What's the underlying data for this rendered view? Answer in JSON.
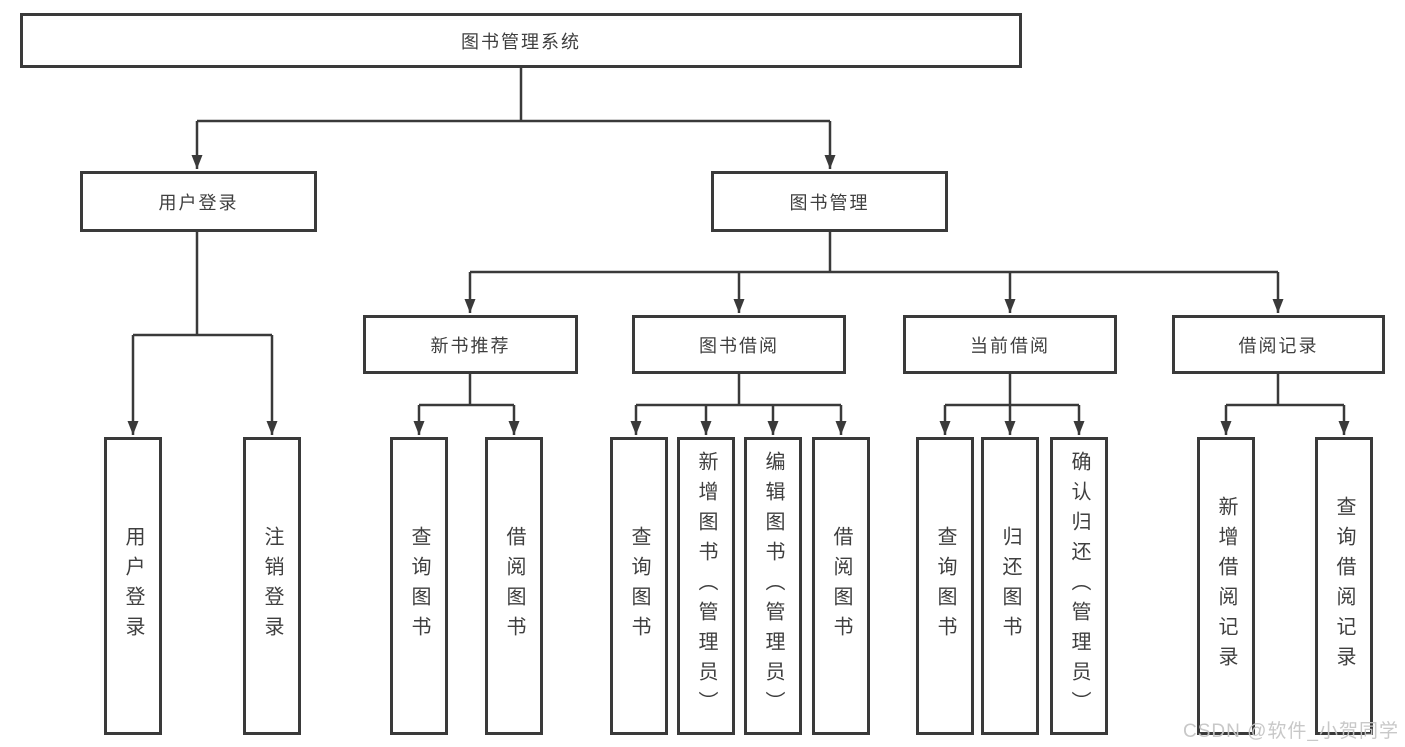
{
  "diagram": {
    "title": "图书管理系统",
    "level2": [
      {
        "label": "用户登录"
      },
      {
        "label": "图书管理"
      }
    ],
    "level3": [
      {
        "label": "新书推荐",
        "parent": "图书管理"
      },
      {
        "label": "图书借阅",
        "parent": "图书管理"
      },
      {
        "label": "当前借阅",
        "parent": "图书管理"
      },
      {
        "label": "借阅记录",
        "parent": "图书管理"
      }
    ],
    "leaves": [
      {
        "label": "用户登录",
        "parent": "用户登录"
      },
      {
        "label": "注销登录",
        "parent": "用户登录"
      },
      {
        "label": "查询图书",
        "parent": "新书推荐"
      },
      {
        "label": "借阅图书",
        "parent": "新书推荐"
      },
      {
        "label": "查询图书",
        "parent": "图书借阅"
      },
      {
        "label": "新增图书（管理员）",
        "parent": "图书借阅"
      },
      {
        "label": "编辑图书（管理员）",
        "parent": "图书借阅"
      },
      {
        "label": "借阅图书",
        "parent": "图书借阅"
      },
      {
        "label": "查询图书",
        "parent": "当前借阅"
      },
      {
        "label": "归还图书",
        "parent": "当前借阅"
      },
      {
        "label": "确认归还（管理员）",
        "parent": "当前借阅"
      },
      {
        "label": "新增借阅记录",
        "parent": "借阅记录"
      },
      {
        "label": "查询借阅记录",
        "parent": "借阅记录"
      }
    ]
  },
  "watermark": "CSDN @软件_小贺同学",
  "colors": {
    "line": "#3a3a3a",
    "text": "#3f3f3f",
    "watermark": "#c5c5c5",
    "background": "#ffffff"
  }
}
